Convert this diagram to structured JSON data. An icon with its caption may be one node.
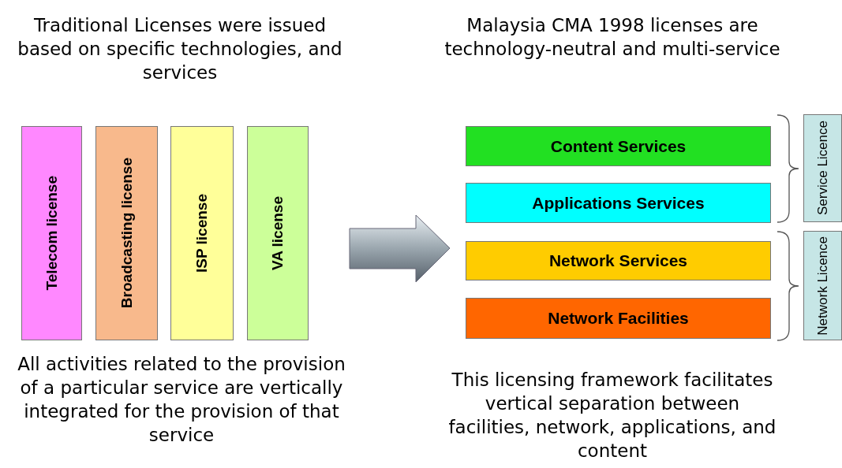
{
  "diagram": {
    "nodes": [
      {
        "text": [
          "Telecom license"
        ]
      },
      {
        "text": [
          "Broadcasting license"
        ]
      },
      {
        "text": [
          "ISP license"
        ]
      },
      {
        "text": [
          "VA license"
        ]
      },
      {
        "text": [
          "Content Services"
        ]
      },
      {
        "text": [
          "Applications Services"
        ]
      },
      {
        "text": [
          "Network Services"
        ]
      },
      {
        "text": [
          "Network Facilities"
        ]
      },
      {
        "text": [
          "Service Licence"
        ]
      },
      {
        "text": [
          "Network Licence"
        ]
      }
    ],
    "labels": [
      "Traditional Licenses were issued based on specific technologies, and services",
      "Malaysia CMA 1998 licenses are technology-neutral and multi-service",
      "All activities related to the provision of a particular service are vertically integrated for the provision of that service",
      "This licensing framework facilitates vertical separation between facilities, network, applications, and content"
    ]
  }
}
